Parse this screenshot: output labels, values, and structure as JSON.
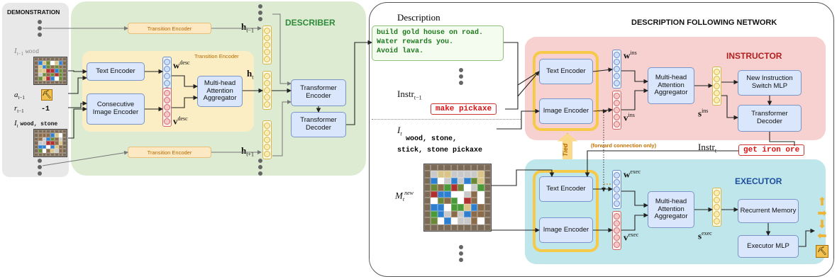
{
  "demonstration": {
    "title": "DEMONSTRATION",
    "i_prev": "I",
    "i_prev_sub": "t−1",
    "i_prev_items": "wood",
    "a_prev": "a",
    "a_prev_sub": "t−1",
    "r_prev": "r",
    "r_prev_sub": "t−1",
    "r_value": "-1",
    "i_t": "I",
    "i_t_sub": "t",
    "i_t_items": "wood, stone"
  },
  "describer": {
    "title": "DESCRIBER",
    "transition_encoder_top": "Transition Encoder",
    "transition_encoder_mid": "Transition Encoder",
    "transition_encoder_bottom": "Transition Encoder",
    "text_encoder": "Text Encoder",
    "image_encoder": "Consecutive Image Encoder",
    "mha": "Multi-head Attention Aggregator",
    "transformer_encoder": "Transformer Encoder",
    "transformer_decoder": "Transformer Decoder",
    "w_desc": "w",
    "w_desc_sup": "desc",
    "v_desc": "v",
    "v_desc_sup": "desc",
    "h_prev": "h",
    "h_prev_sub": "t−1",
    "h_t": "h",
    "h_t_sub": "t",
    "h_next": "h",
    "h_next_sub": "t+1"
  },
  "description": {
    "label": "Description",
    "lines": [
      "build gold house on road.",
      "Water rewards you.",
      "Avoid lava."
    ]
  },
  "dfn": {
    "title": "DESCRIPTION FOLLOWING NETWORK",
    "instr_prev": "Instr",
    "instr_prev_sub": "t−1",
    "instr_prev_value": "make pickaxe",
    "i_t": "I",
    "i_t_sub": "t",
    "inventory_line1": "wood, stone,",
    "inventory_line2": "stick, stone pickaxe",
    "m_new": "M",
    "m_new_sub": "t",
    "m_new_sup": "new",
    "tied": "Tied",
    "forward_note": "(forward connection only)",
    "instr_t": "Instr",
    "instr_t_sub": "t",
    "instr_t_value": "get iron ore"
  },
  "instructor": {
    "title": "INSTRUCTOR",
    "text_encoder": "Text Encoder",
    "image_encoder": "Image Encoder",
    "mha": "Multi-head Attention Aggregator",
    "switch_mlp": "New Instruction Switch MLP",
    "transformer_decoder": "Transformer Decoder",
    "w": "w",
    "w_sup": "ins",
    "v": "v",
    "v_sup": "ins",
    "s": "s",
    "s_sup": "ins"
  },
  "executor": {
    "title": "EXECUTOR",
    "text_encoder": "Text Encoder",
    "image_encoder": "Image Encoder",
    "mha": "Multi-head Attention Aggregator",
    "memory": "Recurrent Memory",
    "mlp": "Executor MLP",
    "w": "w",
    "w_sup": "exec",
    "v": "v",
    "v_sup": "exec",
    "s": "s",
    "s_sup": "exec"
  },
  "colors": {
    "describer_bg": "#dcebd2",
    "dfn_border": "#555555",
    "instructor_bg": "#f6d1cf",
    "executor_bg": "#bfe6ea",
    "encoder_block": "#d9e6fb",
    "tied_highlight": "#f7c948",
    "describer_title": "#2e8b3a",
    "instructor_title": "#b42020",
    "executor_title": "#1f4fa0"
  }
}
